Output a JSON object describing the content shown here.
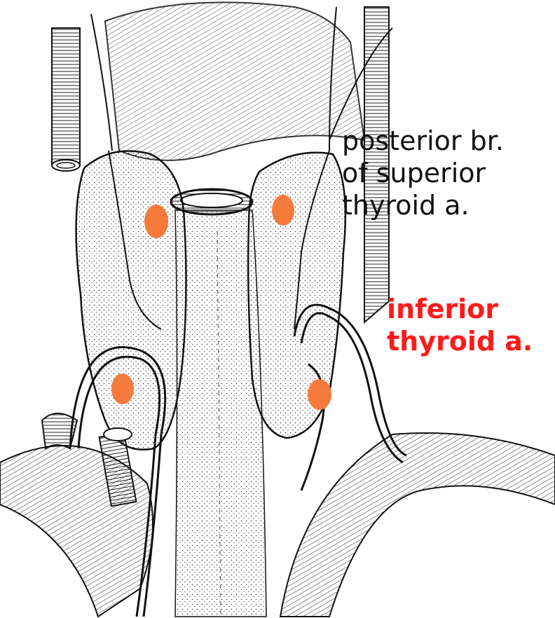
{
  "labels": {
    "superior_artery": {
      "line1": "posterior br.",
      "line2": "of superior",
      "line3": "thyroid a."
    },
    "inferior_artery": {
      "line1": "inferior",
      "line2": "thyroid a.",
      "color": "#ff1a1a"
    }
  },
  "colors": {
    "parathyroid_marker": "#f47a3c",
    "line_art": "#111111",
    "background": "#ffffff"
  },
  "markers": {
    "count": 4,
    "description_icon": "parathyroid-gland-marker"
  }
}
